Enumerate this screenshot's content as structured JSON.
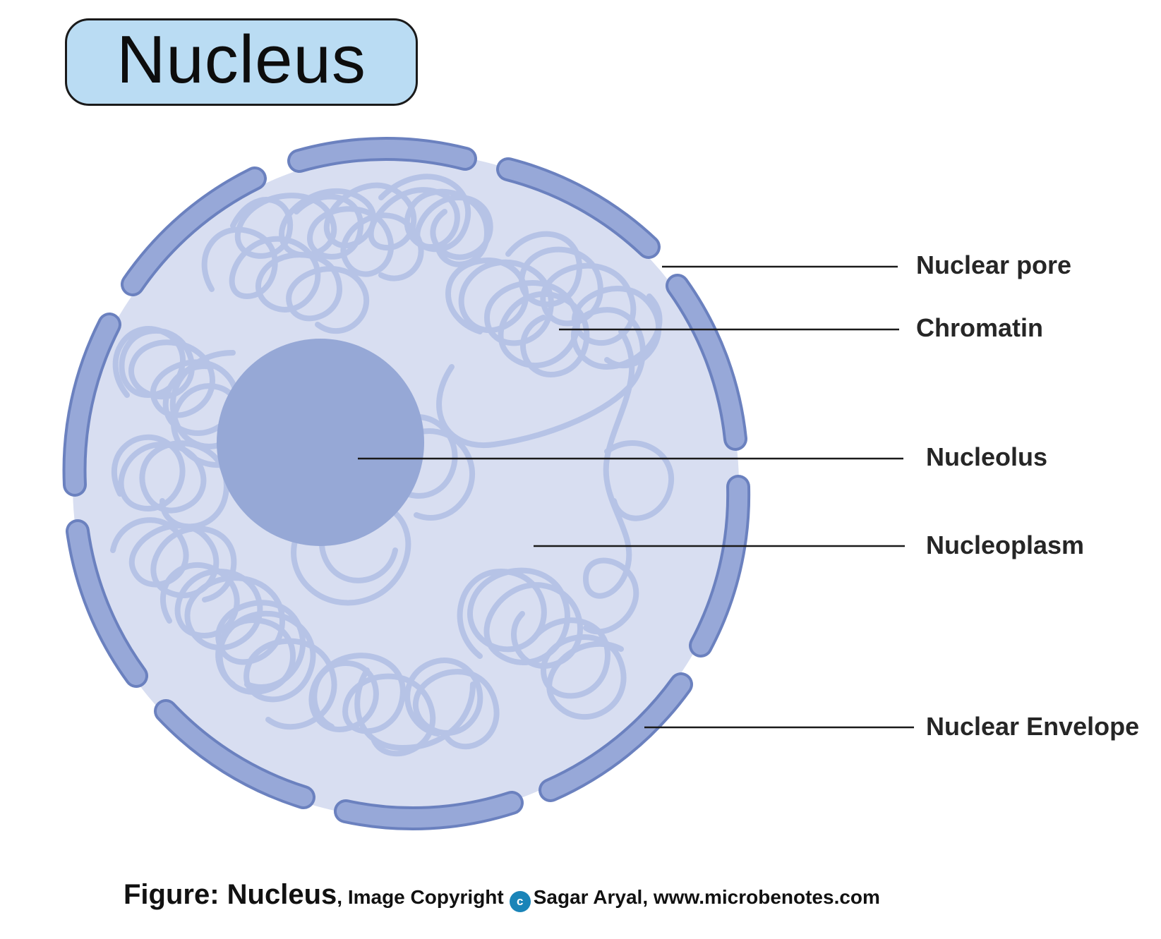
{
  "title": "Nucleus",
  "labels": {
    "nuclear_pore": "Nuclear pore",
    "chromatin": "Chromatin",
    "nucleolus": "Nucleolus",
    "nucleoplasm": "Nucleoplasm",
    "nuclear_envelope": "Nuclear Envelope"
  },
  "caption": {
    "figure": "Figure: Nucleus",
    "copyright_prefix": ", Image Copyright",
    "copyright_icon": "c",
    "copyright_holder": "Sagar Aryal, www.microbenotes.com"
  },
  "colors": {
    "title_fill": "#badcf3",
    "nucleoplasm": "#d8def1",
    "envelope": "#97a8d8",
    "envelope_stroke": "#6b81bf",
    "nucleolus": "#96a8d6",
    "chromatin": "#b6c3e6",
    "leader_line": "#1a1a1a",
    "copyright_icon": "#1a84b8"
  }
}
